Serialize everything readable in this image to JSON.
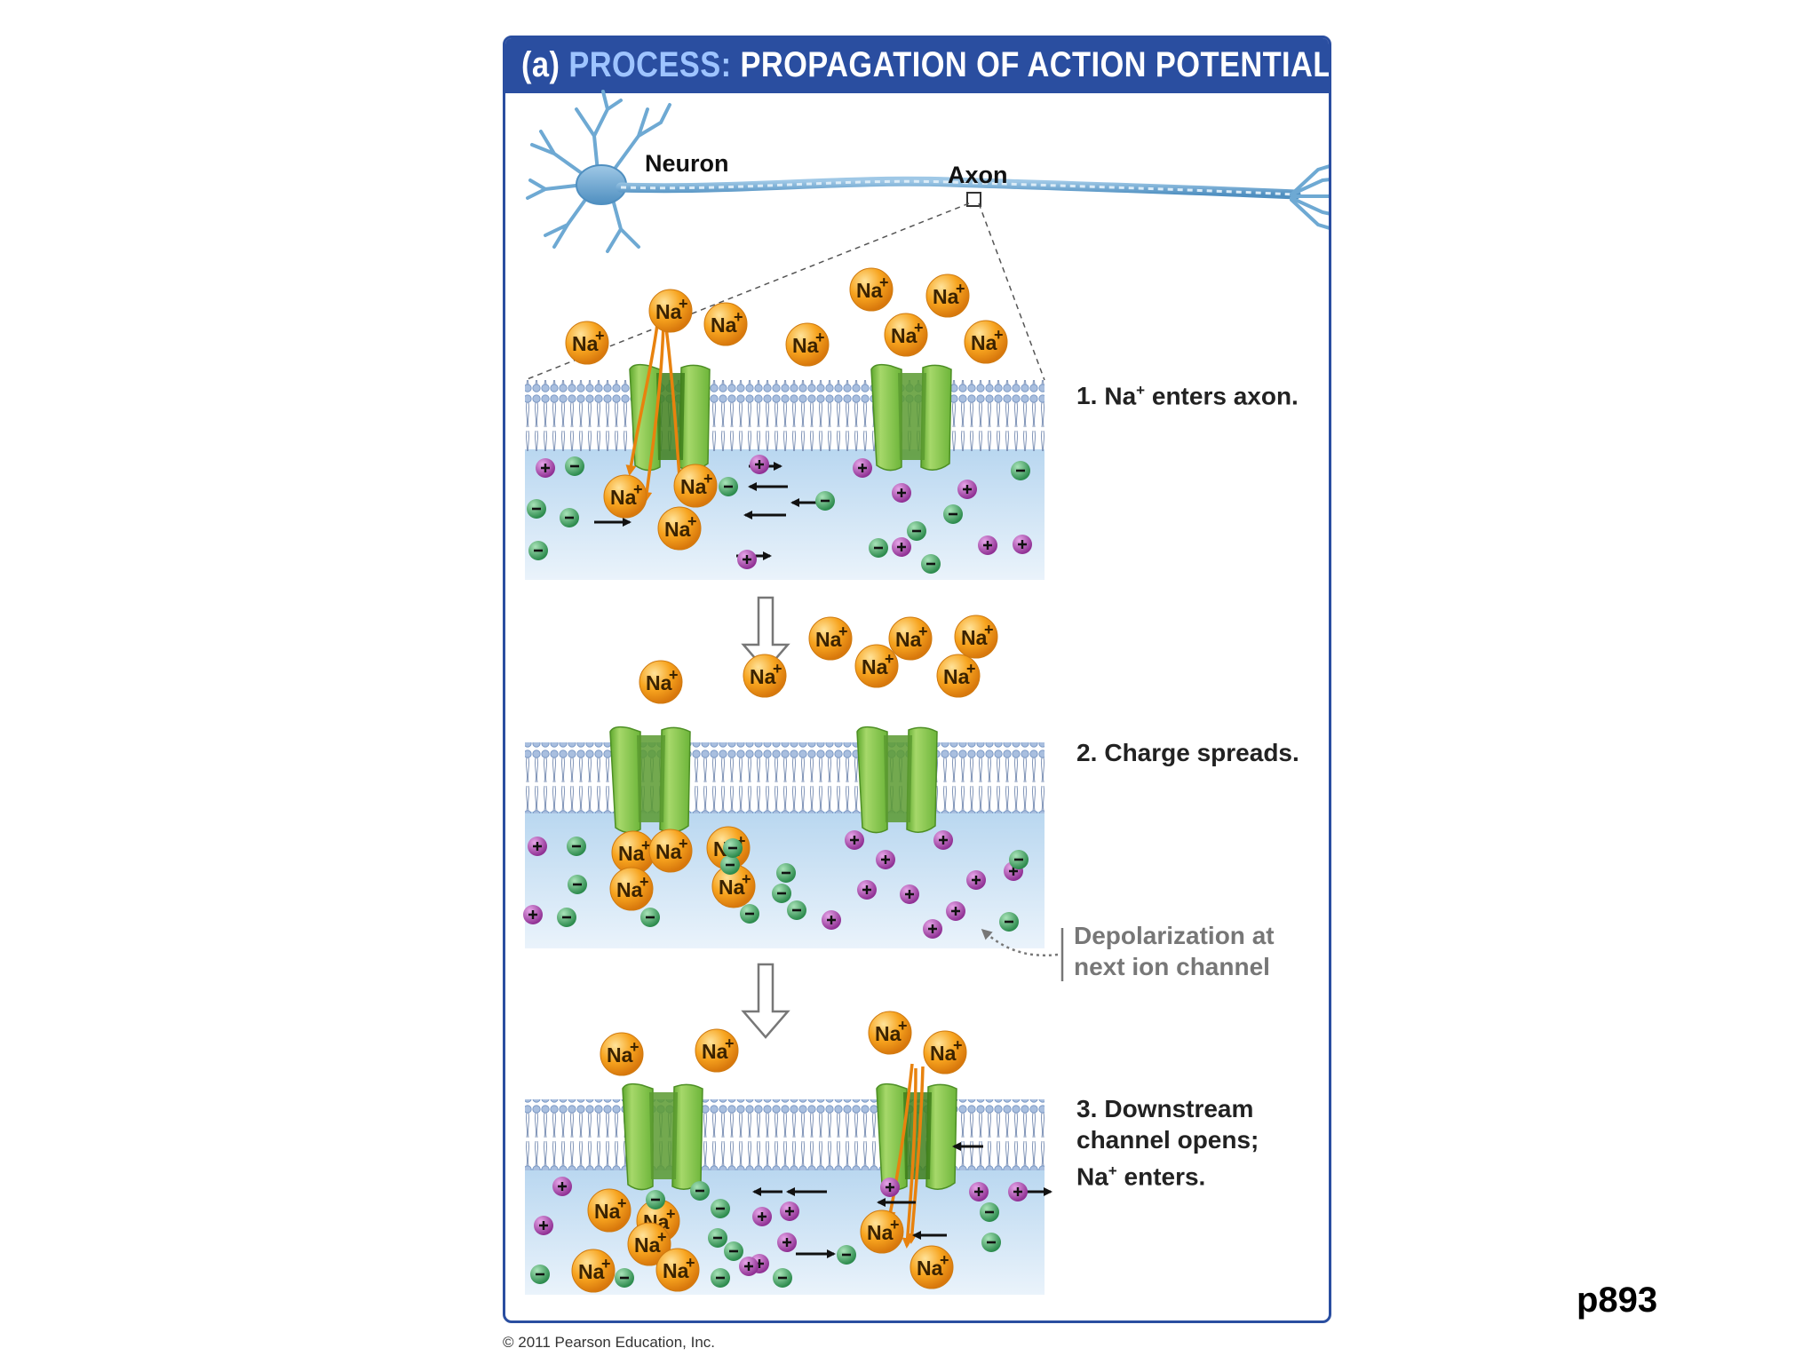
{
  "figure": {
    "title_prefix": "(a)",
    "title_highlight": "PROCESS:",
    "title_rest": "PROPAGATION OF ACTION POTENTIAL"
  },
  "neuron": {
    "label_neuron": "Neuron",
    "label_axon": "Axon"
  },
  "ion_label": "Na",
  "ion_charge": "+",
  "steps": [
    {
      "number": "1.",
      "text_before": "Na",
      "superscript": "+",
      "text_after": " enters axon."
    },
    {
      "number": "2.",
      "text": "Charge spreads."
    },
    {
      "number": "3.",
      "line1": "Downstream",
      "line2": "channel opens;",
      "line3_before": "Na",
      "line3_sup": "+",
      "line3_after": " enters."
    }
  ],
  "callout": {
    "line1": "Depolarization at",
    "line2": "next ion channel"
  },
  "copyright": "© 2011 Pearson Education, Inc.",
  "page_number": "p893",
  "colors": {
    "frame": "#2a4ea0",
    "title_highlight": "#9ec4ff",
    "sodium_ion": "#f39a1c",
    "positive_ion": "#b04ab5",
    "negative_ion": "#3aa060",
    "channel": "#7cc242",
    "membrane": "#8fa8cf",
    "cytoplasm": "#cde3f5"
  }
}
